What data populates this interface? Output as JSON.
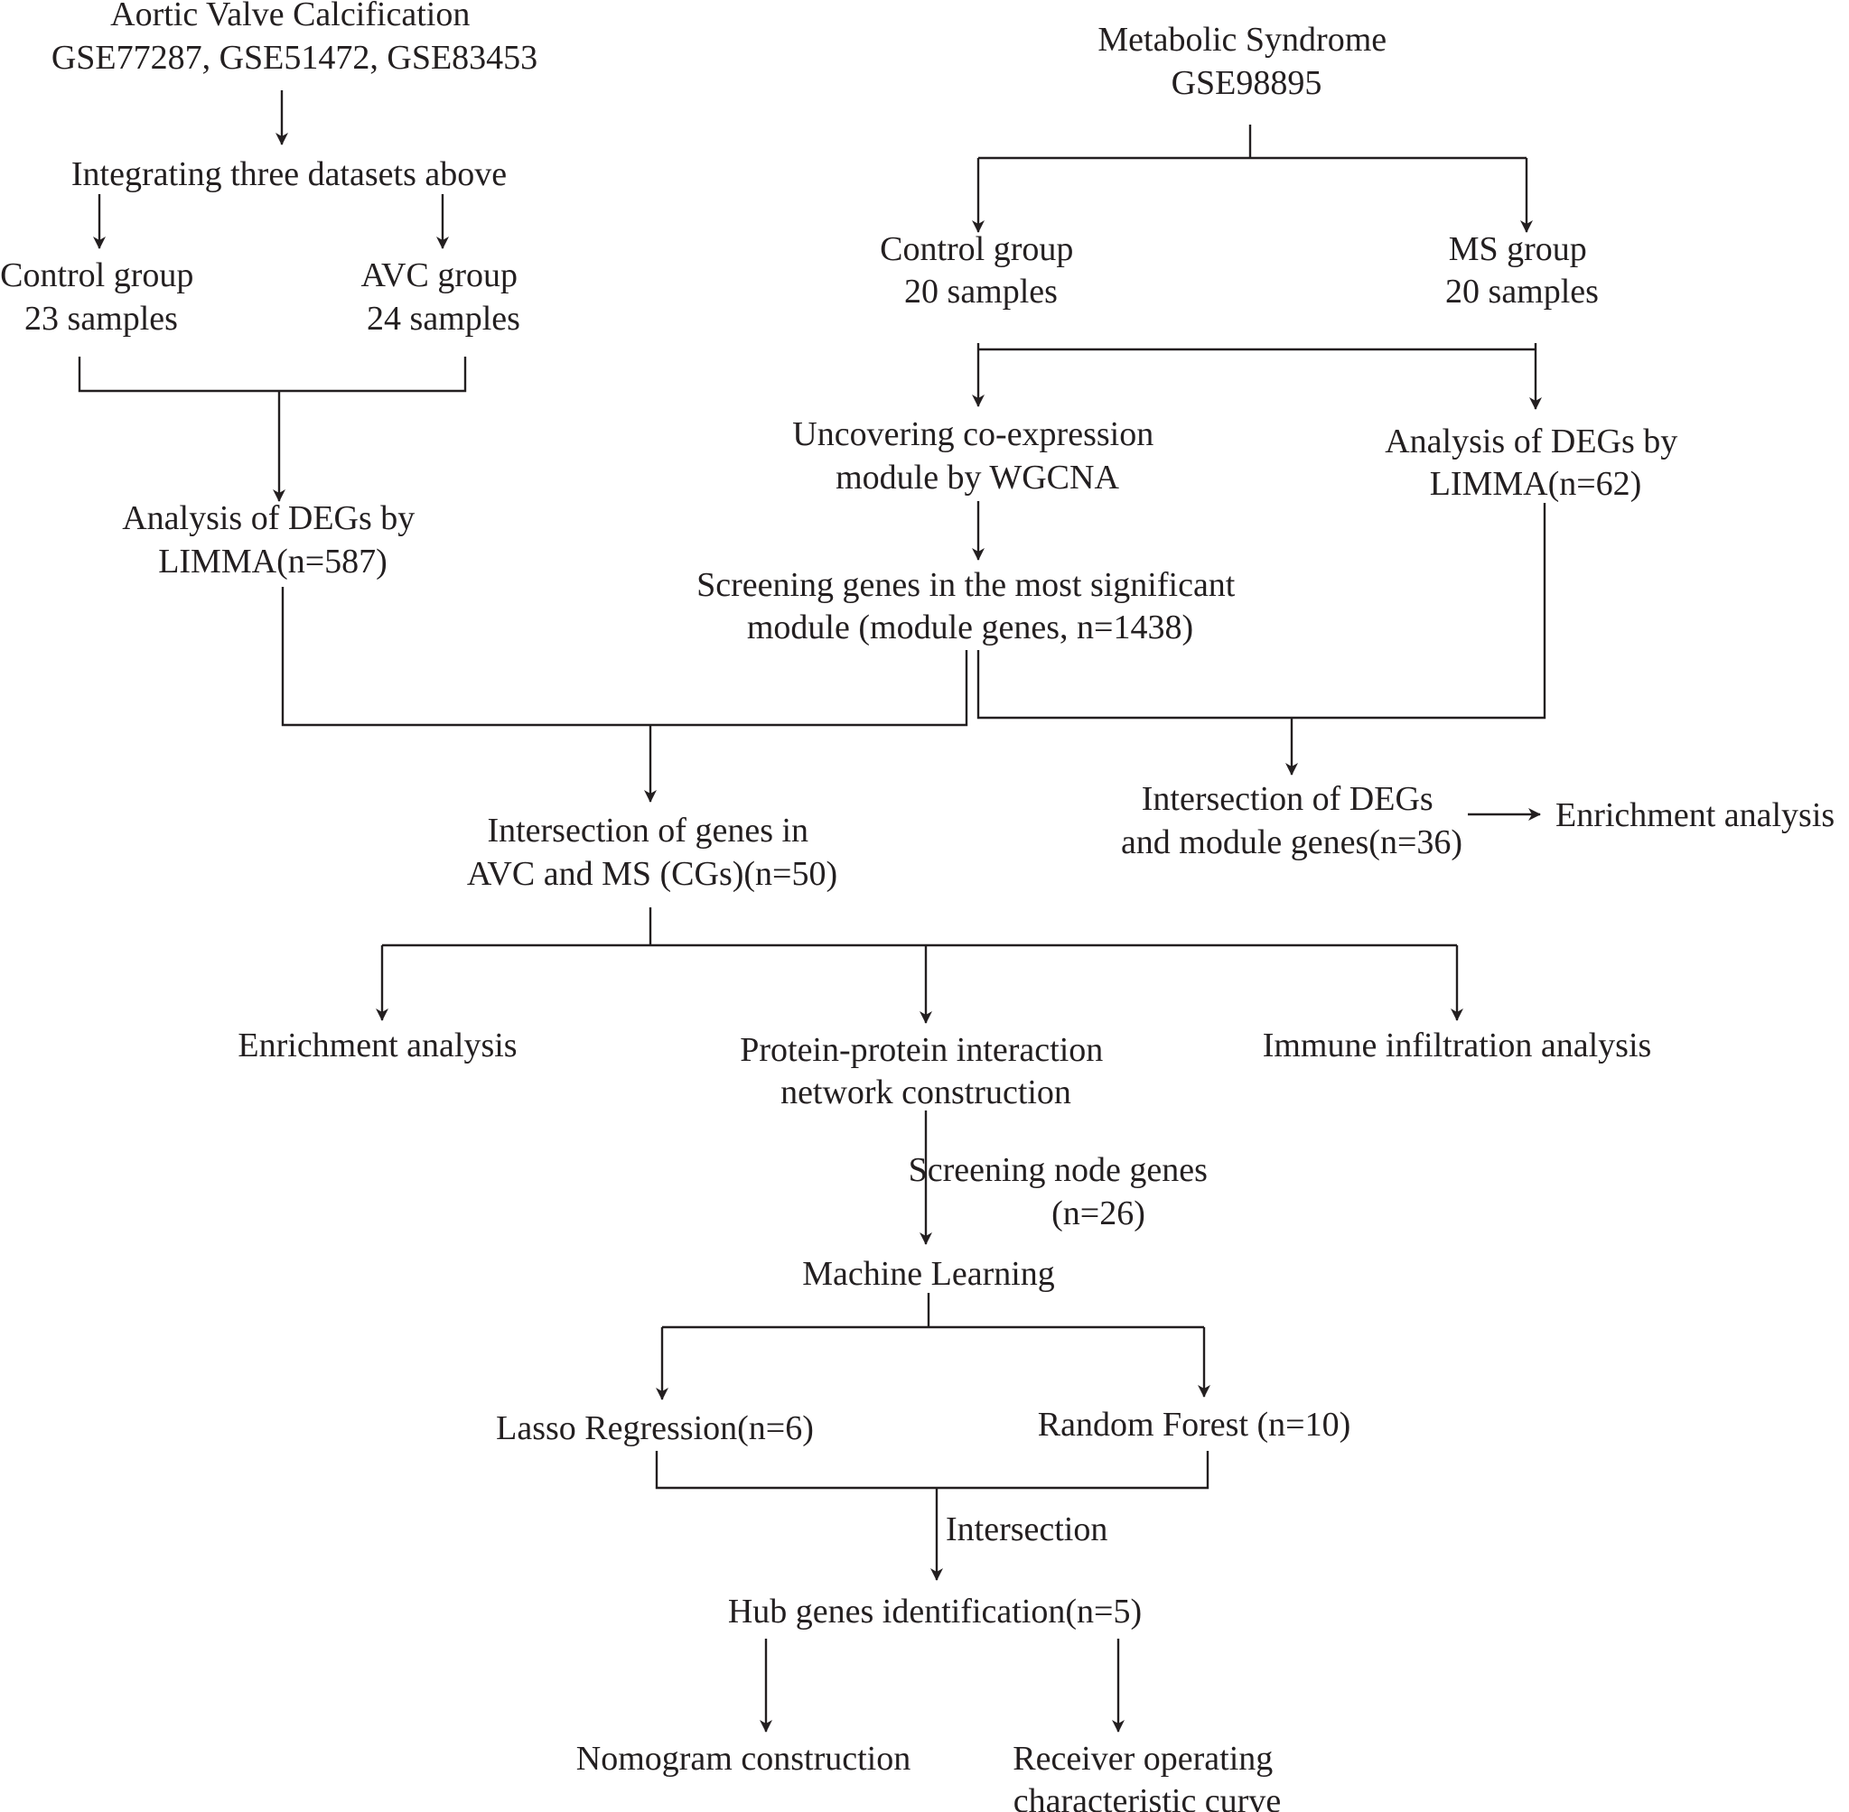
{
  "nodes": {
    "avc_title": [
      "Aortic Valve Calcification",
      "GSE77287, GSE51472, GSE83453"
    ],
    "integrating": [
      "Integrating three datasets above"
    ],
    "avc_control": [
      "Control group",
      "23 samples"
    ],
    "avc_group": [
      "AVC group",
      "24 samples"
    ],
    "avc_limma": [
      "Analysis of DEGs by",
      "LIMMA(n=587)"
    ],
    "ms_title": [
      "Metabolic Syndrome",
      "GSE98895"
    ],
    "ms_control": [
      "Control group",
      "20 samples"
    ],
    "ms_group": [
      "MS group",
      "20 samples"
    ],
    "wgcna": [
      "Uncovering co-expression",
      "module by WGCNA"
    ],
    "ms_limma": [
      "Analysis of DEGs by",
      "LIMMA(n=62)"
    ],
    "screening_module": [
      "Screening genes in the most significant",
      "module (module genes, n=1438)"
    ],
    "cgs": [
      "Intersection of genes in",
      "AVC and MS (CGs)(n=50)"
    ],
    "ms_intersection": [
      "Intersection of DEGs",
      "and module genes(n=36)"
    ],
    "ms_enrichment": [
      "Enrichment analysis"
    ],
    "enrichment": [
      "Enrichment analysis"
    ],
    "ppi": [
      "Protein-protein interaction",
      "network construction"
    ],
    "immune": [
      "Immune infiltration analysis"
    ],
    "machine_learning": [
      "Machine Learning"
    ],
    "lasso": [
      "Lasso Regression(n=6)"
    ],
    "random_forest": [
      "Random Forest (n=10)"
    ],
    "hub": [
      "Hub genes identification(n=5)"
    ],
    "nomogram": [
      "Nomogram construction"
    ],
    "roc": [
      "Receiver operating",
      "characteristic curve"
    ]
  },
  "edge_labels": {
    "screening_node_genes": [
      "Screening node genes",
      "(n=26)"
    ],
    "intersection": [
      "Intersection"
    ]
  }
}
